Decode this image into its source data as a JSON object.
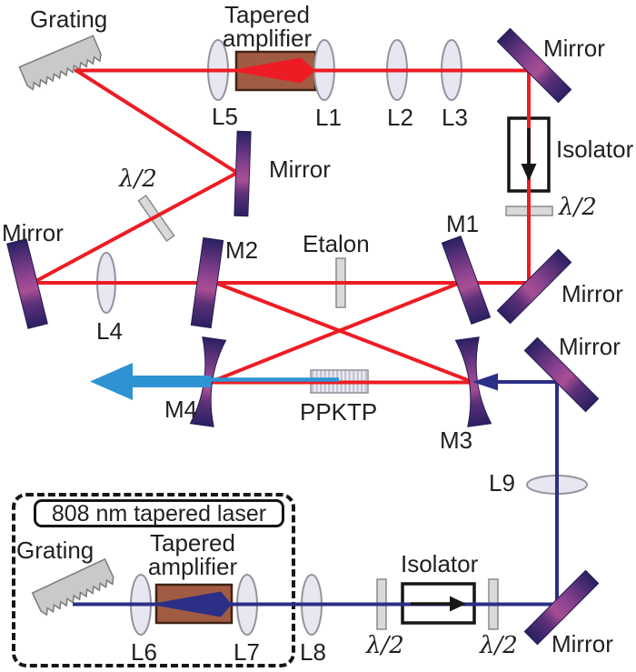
{
  "labels": {
    "grating_top": "Grating",
    "ta_top_1": "Tapered",
    "ta_top_2": "amplifier",
    "l5": "L5",
    "l1": "L1",
    "l2": "L2",
    "l3": "L3",
    "mirror_top_right": "Mirror",
    "isolator_top": "Isolator",
    "hwp_top_right": "λ/2",
    "m1": "M1",
    "mirror_mid_right": "Mirror",
    "mirror_center": "Mirror",
    "hwp_left": "λ/2",
    "mirror_left": "Mirror",
    "l4": "L4",
    "m2": "M2",
    "etalon": "Etalon",
    "m4": "M4",
    "ppktp": "PPKTP",
    "m3": "M3",
    "mirror_right": "Mirror",
    "l9": "L9",
    "box_title": "808 nm tapered laser",
    "grating_bottom": "Grating",
    "ta_bot_1": "Tapered",
    "ta_bot_2": "amplifier",
    "l6": "L6",
    "l7": "L7",
    "l8": "L8",
    "hwp_bottom_1": "λ/2",
    "isolator_bottom": "Isolator",
    "hwp_bottom_2": "λ/2",
    "mirror_bottom_right": "Mirror"
  },
  "colors": {
    "beam_red": "#ed1c24",
    "beam_infrared": "#2b2f86",
    "beam_output_blue": "#2e93d3",
    "mirror_dark": "#2a2062",
    "mirror_highlight": "#a84e93",
    "ta_box_brown": "#a25b43",
    "grating_gray": "#c9c9c9",
    "optic_gray": "#d9d9d9"
  }
}
